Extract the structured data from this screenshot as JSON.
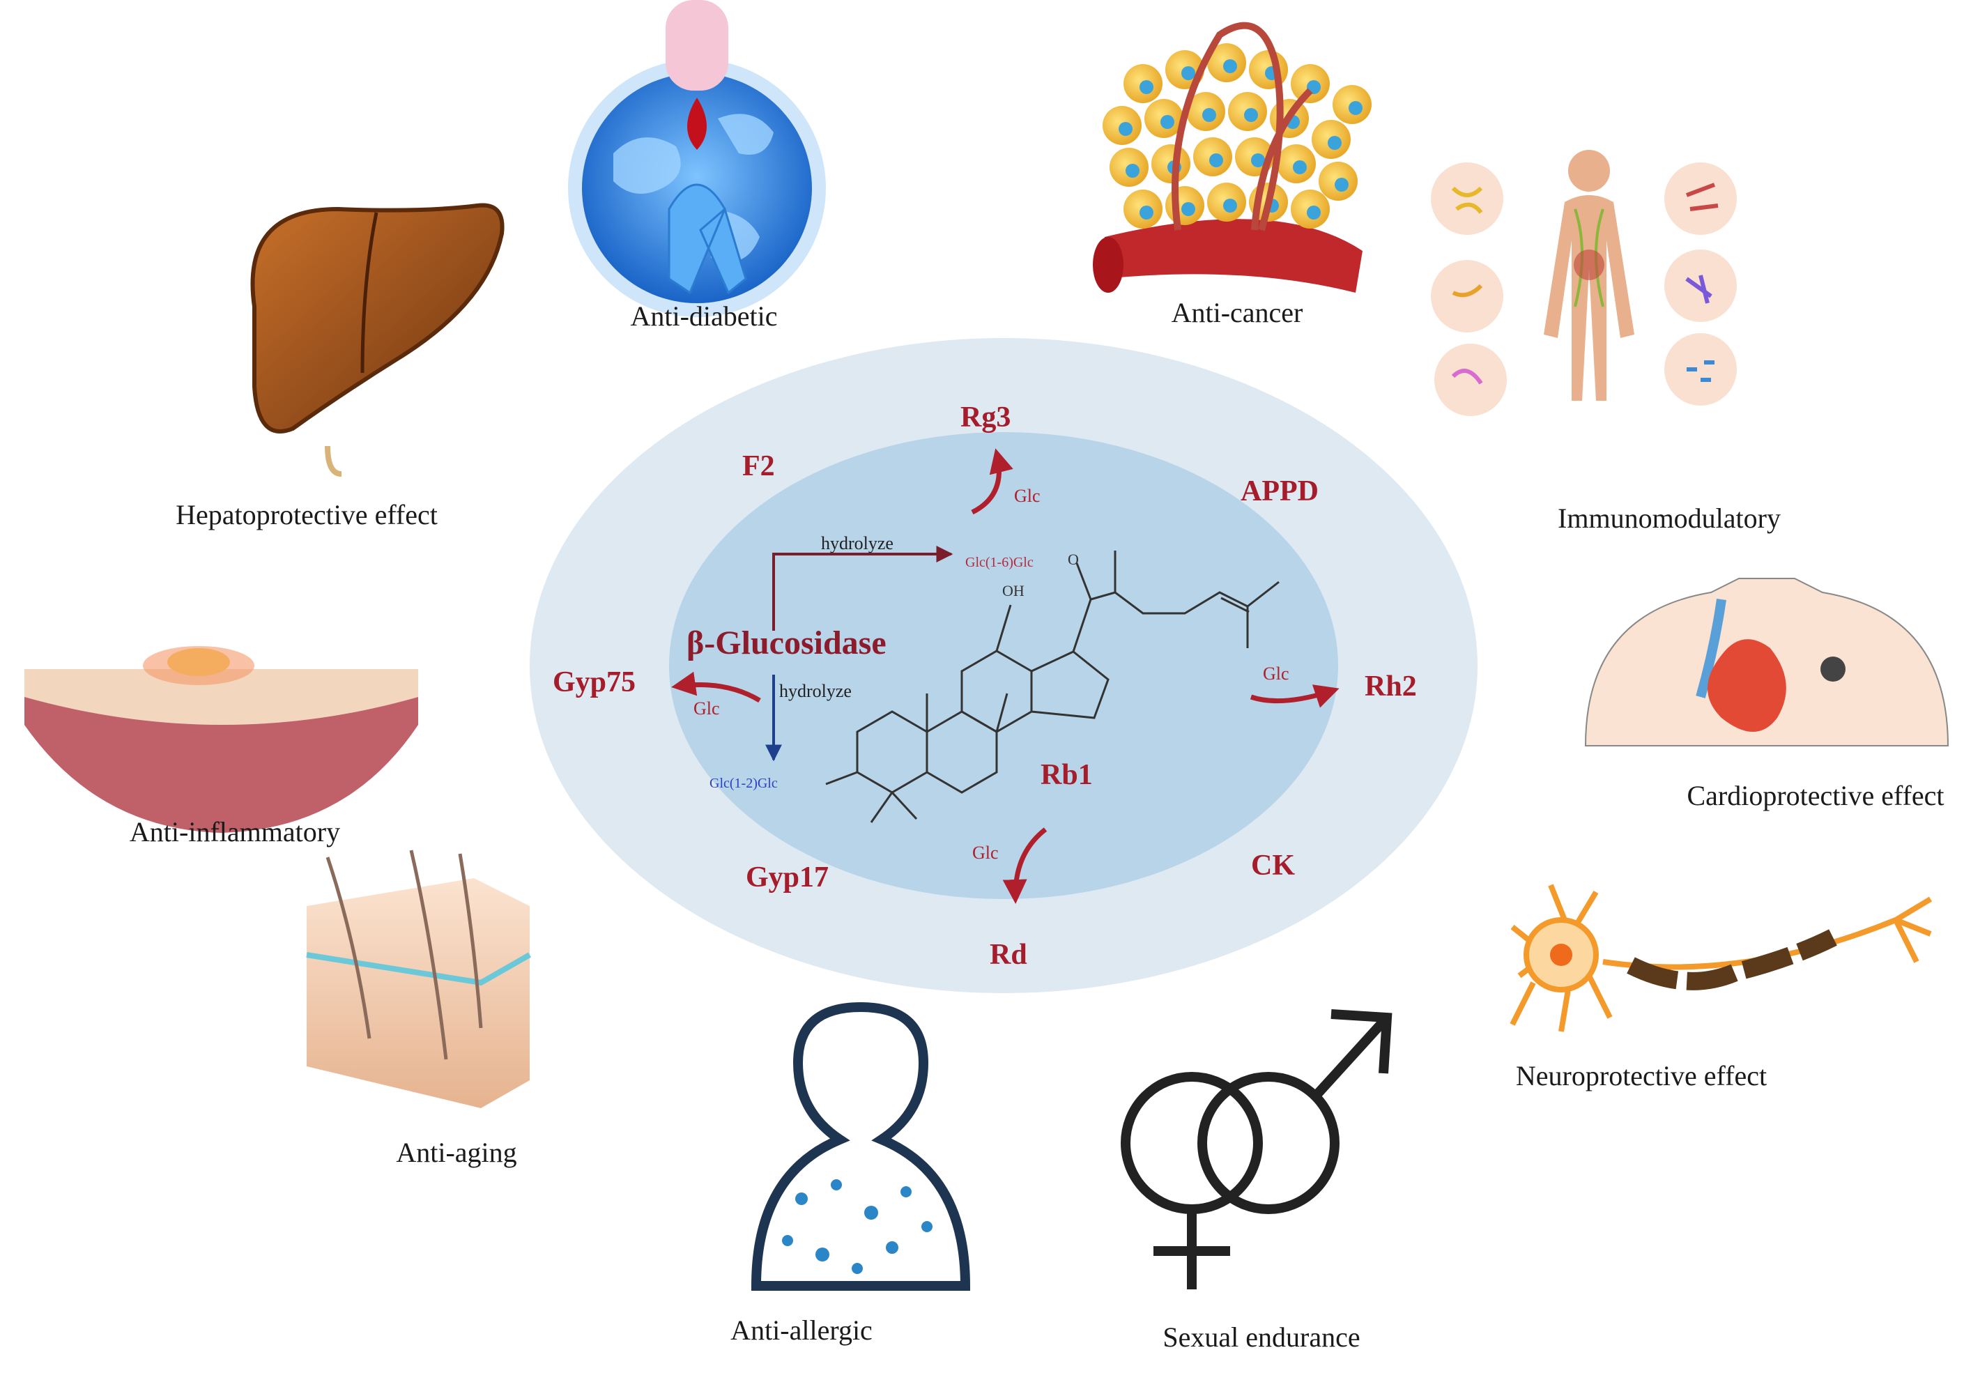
{
  "center": {
    "enzyme": "β-Glucosidase",
    "hydrolyze_label": "hydrolyze",
    "glc_label": "Glc",
    "sugar_top": "Glc(1-6)Glc",
    "sugar_bottom": "Glc(1-2)Glc",
    "oh_label": "OH",
    "o_label": "O",
    "substrate": "Rb1",
    "products": {
      "rg3": "Rg3",
      "f2": "F2",
      "appd": "APPD",
      "gyp75": "Gyp75",
      "rh2": "Rh2",
      "gyp17": "Gyp17",
      "ck": "CK",
      "rd": "Rd"
    }
  },
  "effects": {
    "anti_diabetic": "Anti-diabetic",
    "anti_cancer": "Anti-cancer",
    "immunomodulatory": "Immunomodulatory",
    "hepatoprotective": "Hepatoprotective effect",
    "cardioprotective": "Cardioprotective effect",
    "anti_inflammatory": "Anti-inflammatory",
    "anti_aging": "Anti-aging",
    "neuroprotective": "Neuroprotective effect",
    "anti_allergic": "Anti-allergic",
    "sexual_endurance": "Sexual endurance"
  },
  "colors": {
    "product_red": "#a51c2a",
    "outer_ellipse": "#dfe9f2",
    "inner_ellipse": "#b8d4e8",
    "enzyme_text": "#8c1c2c",
    "blue_sugar": "#2c3fc4"
  }
}
